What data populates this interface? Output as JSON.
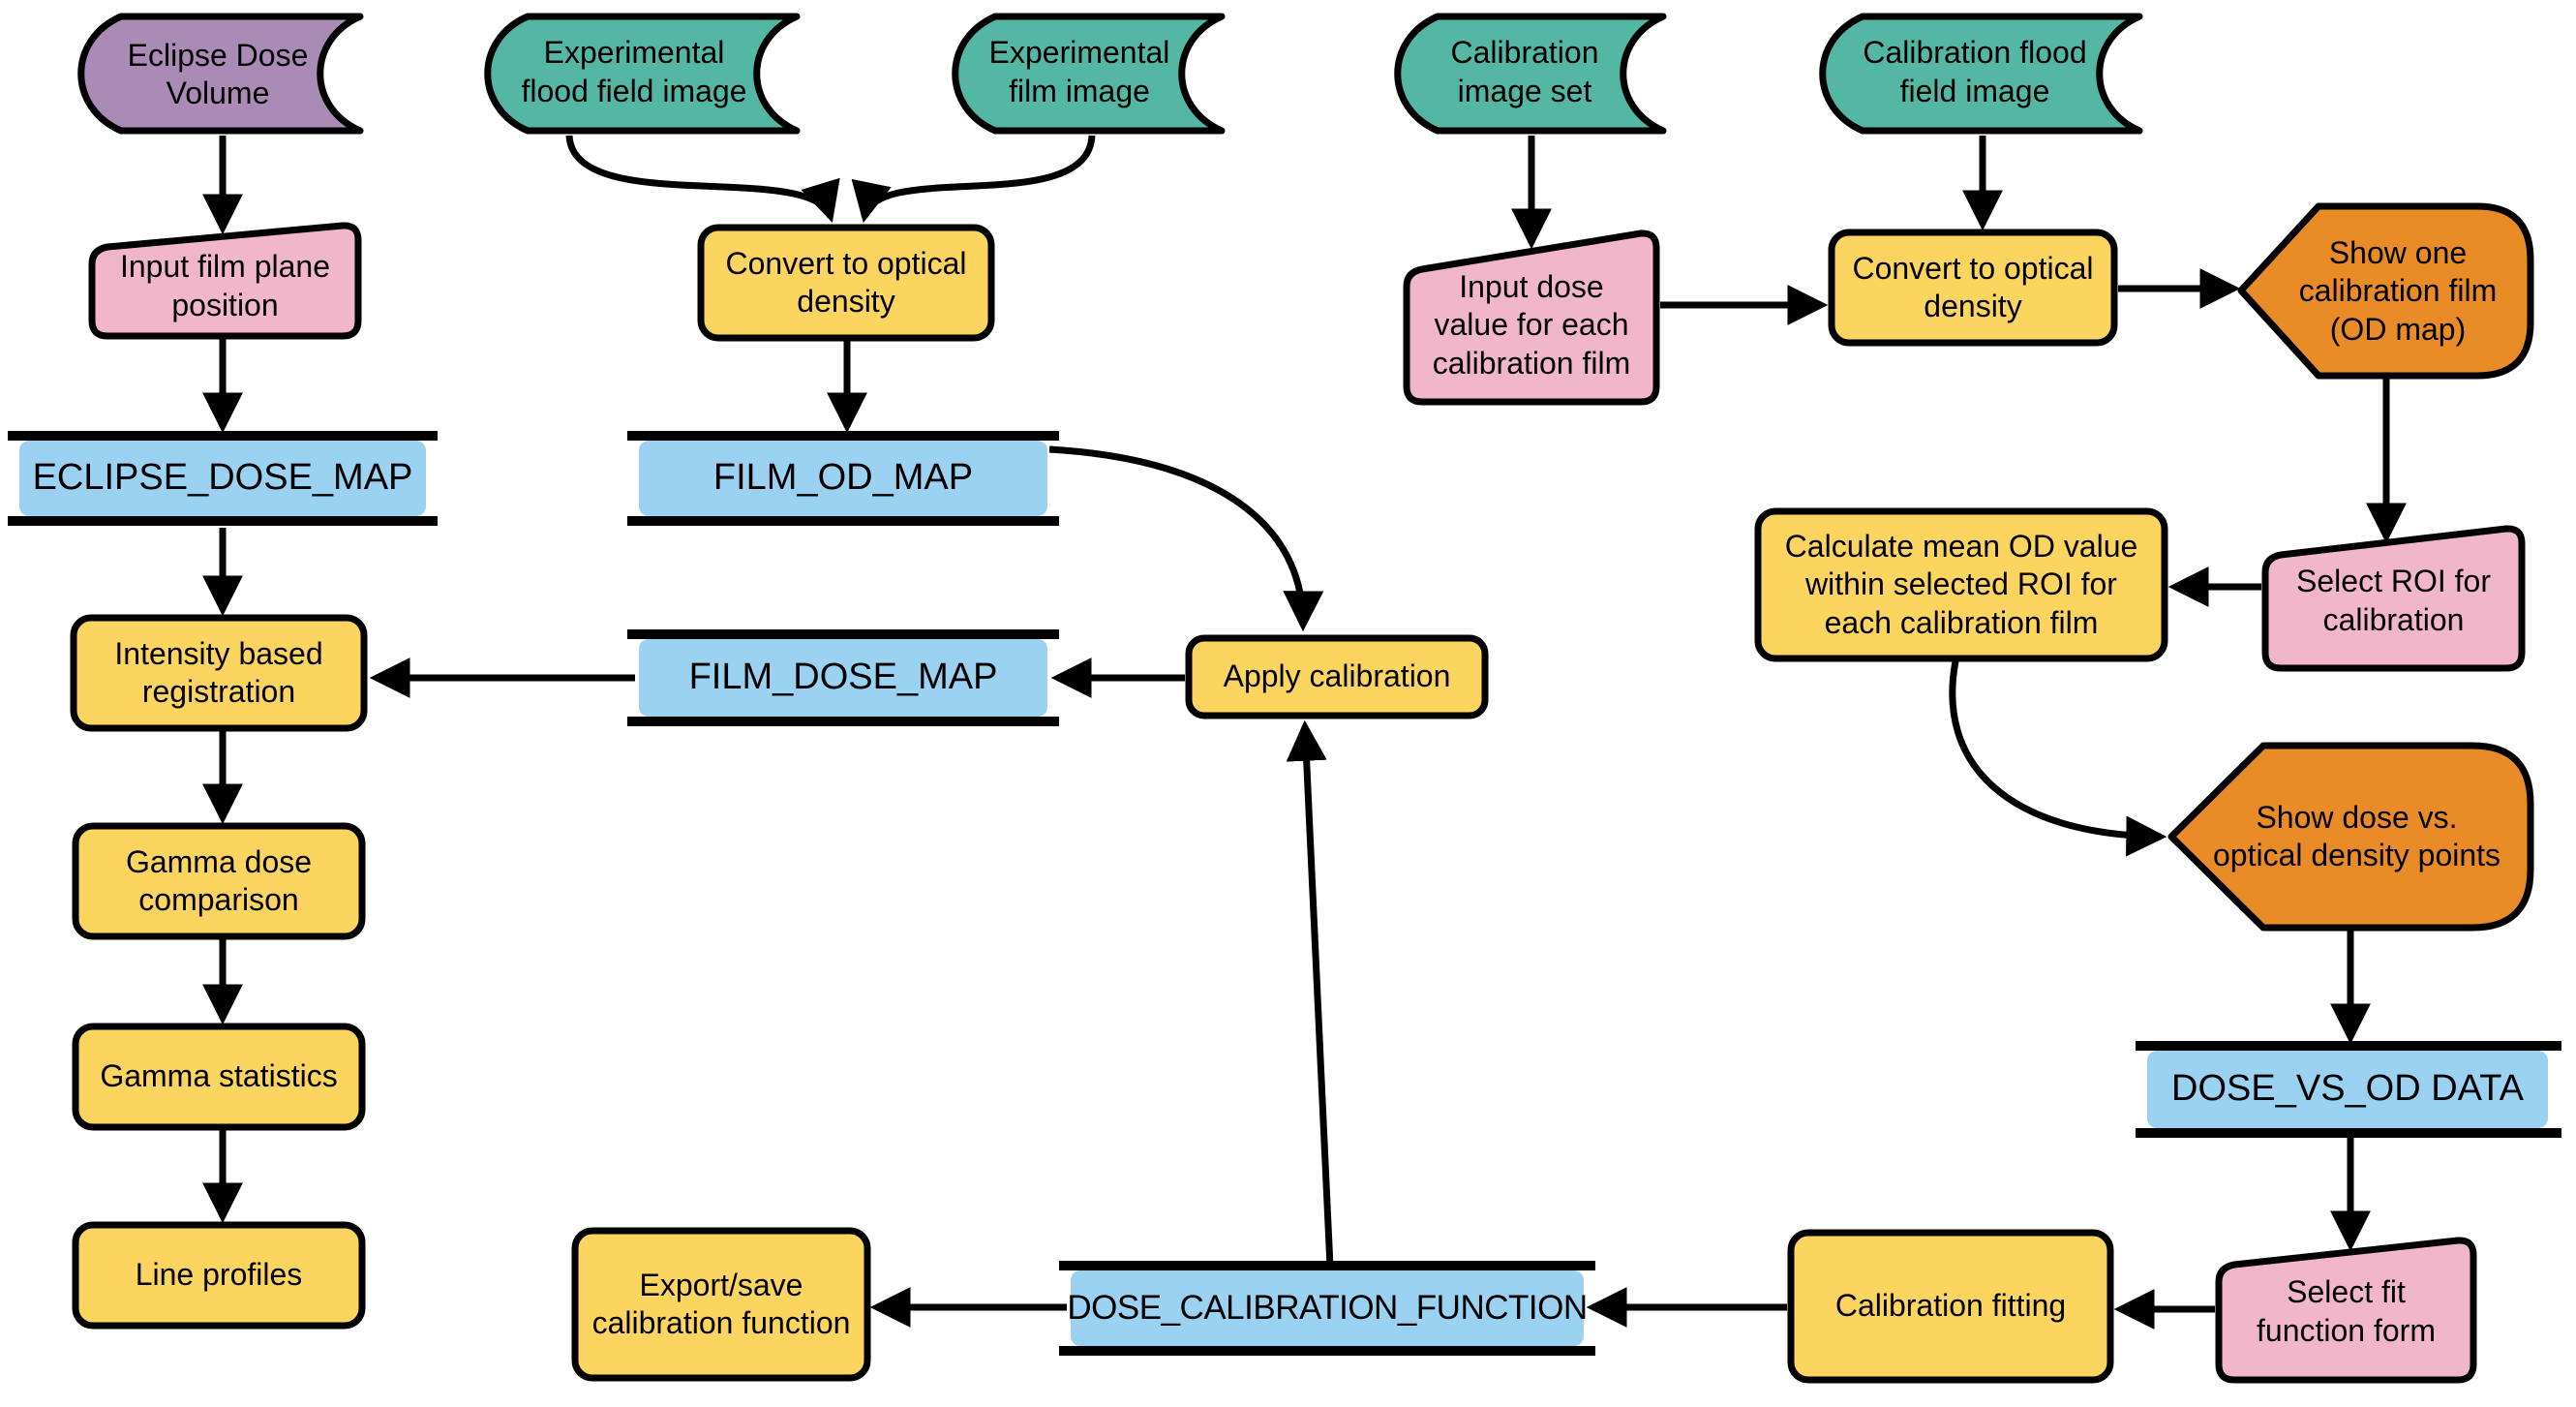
{
  "diagram": {
    "description": "Film dosimetry calibration workflow flowchart",
    "colors": {
      "stored_data_purple": "#a98bb6",
      "stored_data_teal": "#53b7a4",
      "manual_input_pink": "#f1b6ca",
      "process_yellow": "#fbd55f",
      "data_blue": "#9bd2f1",
      "display_orange": "#e98b27",
      "stroke_black": "#000000",
      "background": "#ffffff"
    },
    "nodes": {
      "eclipse_dose_volume": {
        "label": "Eclipse Dose\nVolume",
        "type": "stored-data",
        "color": "#a98bb6"
      },
      "input_film_plane_position": {
        "label": "Input film plane\nposition",
        "type": "manual-input",
        "color": "#f1b6ca"
      },
      "eclipse_dose_map": {
        "label": "ECLIPSE_DOSE_MAP",
        "type": "data",
        "color": "#9bd2f1"
      },
      "intensity_based_registration": {
        "label": "Intensity based\nregistration",
        "type": "process",
        "color": "#fbd55f"
      },
      "gamma_dose_comparison": {
        "label": "Gamma dose\ncomparison",
        "type": "process",
        "color": "#fbd55f"
      },
      "gamma_statistics": {
        "label": "Gamma statistics",
        "type": "process",
        "color": "#fbd55f"
      },
      "line_profiles": {
        "label": "Line profiles",
        "type": "process",
        "color": "#fbd55f"
      },
      "experimental_flood_field_image": {
        "label": "Experimental\nflood field image",
        "type": "stored-data",
        "color": "#53b7a4"
      },
      "experimental_film_image": {
        "label": "Experimental\nfilm image",
        "type": "stored-data",
        "color": "#53b7a4"
      },
      "convert_to_optical_density_film": {
        "label": "Convert to optical\ndensity",
        "type": "process",
        "color": "#fbd55f"
      },
      "film_od_map": {
        "label": "FILM_OD_MAP",
        "type": "data",
        "color": "#9bd2f1"
      },
      "film_dose_map": {
        "label": "FILM_DOSE_MAP",
        "type": "data",
        "color": "#9bd2f1"
      },
      "apply_calibration": {
        "label": "Apply calibration",
        "type": "process",
        "color": "#fbd55f"
      },
      "calibration_image_set": {
        "label": "Calibration\nimage set",
        "type": "stored-data",
        "color": "#53b7a4"
      },
      "calibration_flood_field_image": {
        "label": "Calibration flood\nfield image",
        "type": "stored-data",
        "color": "#53b7a4"
      },
      "input_dose_value": {
        "label": "Input dose\nvalue for each\ncalibration film",
        "type": "manual-input",
        "color": "#f1b6ca"
      },
      "convert_to_optical_density_cal": {
        "label": "Convert to optical\ndensity",
        "type": "process",
        "color": "#fbd55f"
      },
      "show_one_calibration_film": {
        "label": "Show one\ncalibration film\n(OD map)",
        "type": "display",
        "color": "#e98b27"
      },
      "calculate_mean_od": {
        "label": "Calculate mean OD value\nwithin selected ROI for\neach calibration film",
        "type": "process",
        "color": "#fbd55f"
      },
      "select_roi_for_calibration": {
        "label": "Select ROI for\ncalibration",
        "type": "manual-input",
        "color": "#f1b6ca"
      },
      "show_dose_vs_od_points": {
        "label": "Show dose vs.\noptical density points",
        "type": "display",
        "color": "#e98b27"
      },
      "dose_vs_od_data": {
        "label": "DOSE_VS_OD DATA",
        "type": "data",
        "color": "#9bd2f1"
      },
      "select_fit_function_form": {
        "label": "Select fit\nfunction form",
        "type": "manual-input",
        "color": "#f1b6ca"
      },
      "calibration_fitting": {
        "label": "Calibration fitting",
        "type": "process",
        "color": "#fbd55f"
      },
      "dose_calibration_function": {
        "label": "DOSE_CALIBRATION_FUNCTION",
        "type": "data",
        "color": "#9bd2f1"
      },
      "export_save_calibration_function": {
        "label": "Export/save\ncalibration function",
        "type": "process",
        "color": "#fbd55f"
      }
    }
  }
}
